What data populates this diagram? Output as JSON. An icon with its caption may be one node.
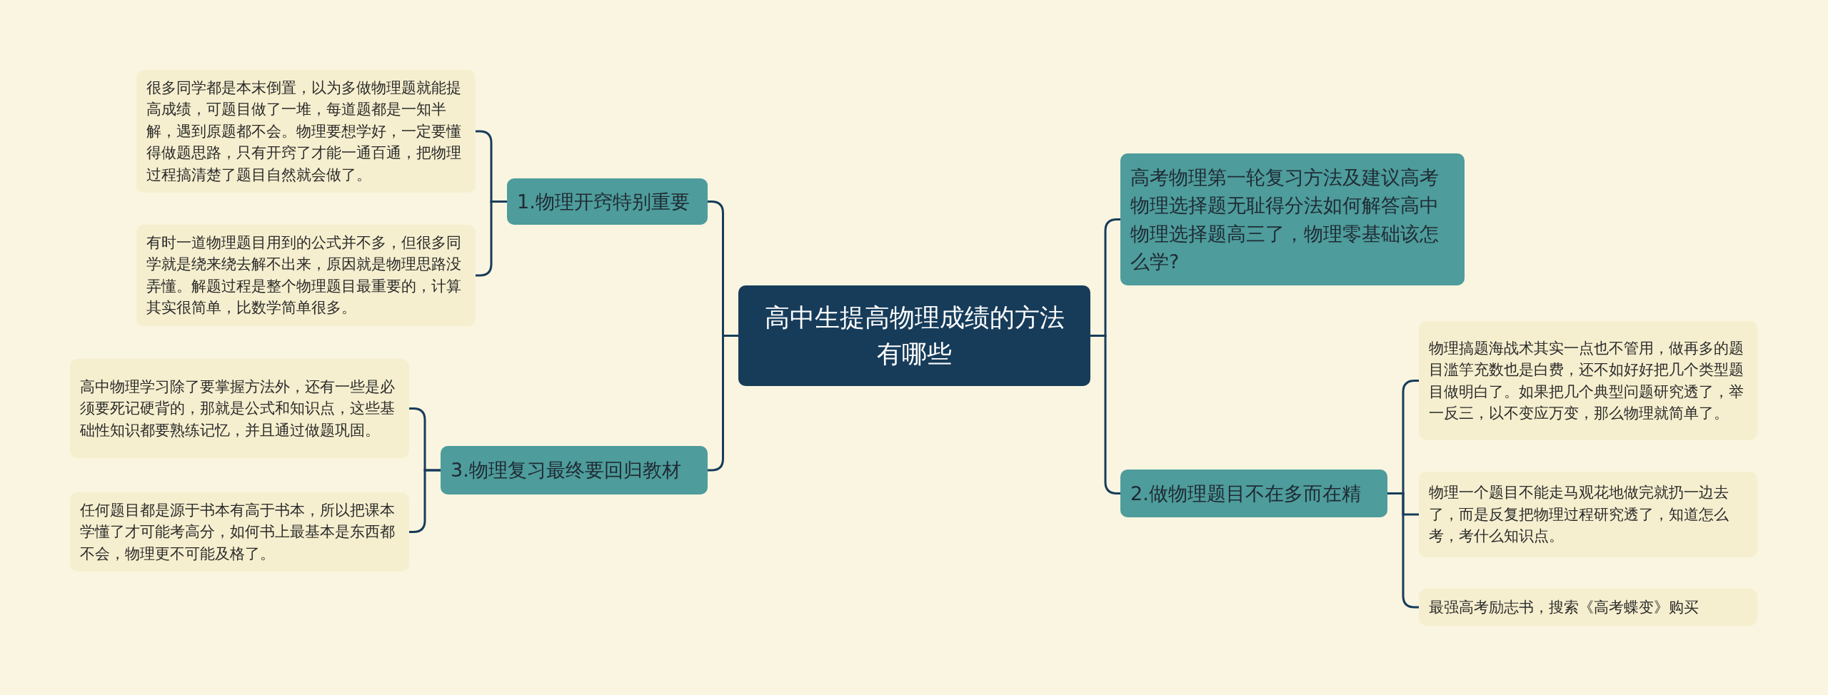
{
  "diagram": {
    "nodes": [
      {
        "text": [
          "高中生提高物理成绩的方法有哪些"
        ]
      },
      {
        "text": [
          "1.物理开窍特别重要"
        ]
      },
      {
        "text": [
          "很多同学都是本末倒置，以为多做物理题就能提高成绩，可题目做了一堆，每道题都是一知半解，遇到原题都不会。物理要想学好，一定要懂得做题思路，只有开窍了才能一通百通，把物理过程搞清楚了题目自然就会做了。"
        ]
      },
      {
        "text": [
          "有时一道物理题目用到的公式并不多，但很多同学就是绕来绕去解不出来，原因就是物理思路没弄懂。解题过程是整个物理题目最重要的，计算其实很简单，比数学简单很多。"
        ]
      },
      {
        "text": [
          "3.物理复习最终要回归教材"
        ]
      },
      {
        "text": [
          "高中物理学习除了要掌握方法外，还有一些是必须要死记硬背的，那就是公式和知识点，这些基础性知识都要熟练记忆，并且通过做题巩固。"
        ]
      },
      {
        "text": [
          "任何题目都是源于书本有高于书本，所以把课本学懂了才可能考高分，如何书上最基本是东西都不会，物理更不可能及格了。"
        ]
      },
      {
        "text": [
          "高考物理第一轮复习方法及建议高考物理选择题无耻得分法如何解答高中物理选择题高三了，物理零基础该怎么学?"
        ]
      },
      {
        "text": [
          "2.做物理题目不在多而在精"
        ]
      },
      {
        "text": [
          "物理搞题海战术其实一点也不管用，做再多的题目滥竽充数也是白费，还不如好好把几个类型题目做明白了。如果把几个典型问题研究透了，举一反三，以不变应万变，那么物理就简单了。"
        ]
      },
      {
        "text": [
          "物理一个题目不能走马观花地做完就扔一边去了，而是反复把物理过程研究透了，知道怎么考，考什么知识点。"
        ]
      },
      {
        "text": [
          "最强高考励志书，搜索《高考蝶变》购买"
        ]
      }
    ],
    "edges": [
      {
        "from": 0,
        "to": 1,
        "arrow": "none"
      },
      {
        "from": 1,
        "to": 2,
        "arrow": "none"
      },
      {
        "from": 1,
        "to": 3,
        "arrow": "none"
      },
      {
        "from": 0,
        "to": 4,
        "arrow": "none"
      },
      {
        "from": 4,
        "to": 5,
        "arrow": "none"
      },
      {
        "from": 4,
        "to": 6,
        "arrow": "none"
      },
      {
        "from": 0,
        "to": 7,
        "arrow": "none"
      },
      {
        "from": 0,
        "to": 8,
        "arrow": "none"
      },
      {
        "from": 8,
        "to": 9,
        "arrow": "none"
      },
      {
        "from": 8,
        "to": 10,
        "arrow": "none"
      },
      {
        "from": 8,
        "to": 11,
        "arrow": "none"
      }
    ]
  }
}
